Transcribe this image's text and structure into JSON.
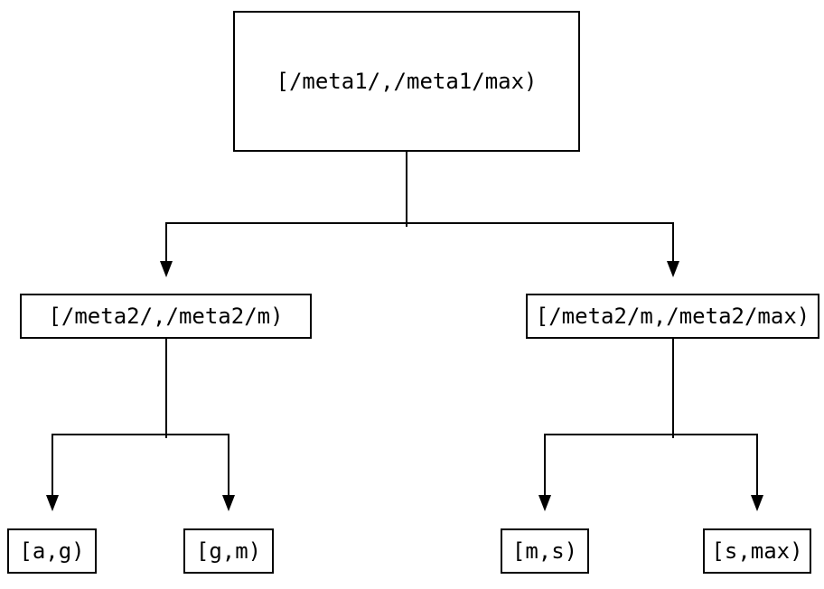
{
  "diagram": {
    "type": "tree",
    "colors": {
      "background": "#ffffff",
      "line": "#000000",
      "box_border": "#000000",
      "text": "#000000"
    },
    "nodes": [
      {
        "id": "root",
        "label": "[/meta1/,/meta1/max)"
      },
      {
        "id": "left",
        "label": "[/meta2/,/meta2/m)"
      },
      {
        "id": "right",
        "label": "[/meta2/m,/meta2/max)"
      },
      {
        "id": "leaf-ag",
        "label": "[a,g)"
      },
      {
        "id": "leaf-gm",
        "label": "[g,m)"
      },
      {
        "id": "leaf-ms",
        "label": "[m,s)"
      },
      {
        "id": "leaf-smax",
        "label": "[s,max)"
      }
    ],
    "edges": [
      {
        "from": "root",
        "to": "left"
      },
      {
        "from": "root",
        "to": "right"
      },
      {
        "from": "left",
        "to": "leaf-ag"
      },
      {
        "from": "left",
        "to": "leaf-gm"
      },
      {
        "from": "right",
        "to": "leaf-ms"
      },
      {
        "from": "right",
        "to": "leaf-smax"
      }
    ]
  }
}
